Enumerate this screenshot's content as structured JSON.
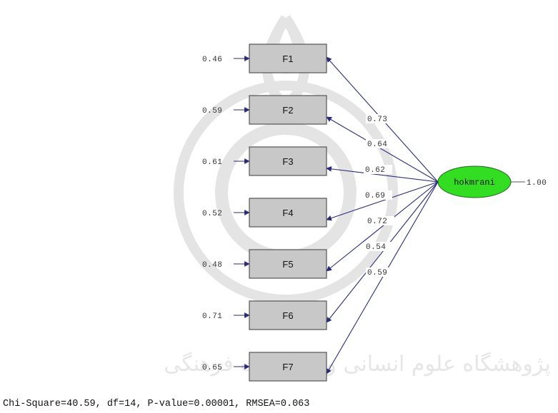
{
  "diagram": {
    "latent": {
      "name": "hokmrani",
      "variance": "1.00",
      "color": "#33dd22"
    },
    "indicators": [
      {
        "name": "F1",
        "error": "0.46",
        "loading": "0.73"
      },
      {
        "name": "F2",
        "error": "0.59",
        "loading": "0.64"
      },
      {
        "name": "F3",
        "error": "0.61",
        "loading": "0.62"
      },
      {
        "name": "F4",
        "error": "0.52",
        "loading": "0.69"
      },
      {
        "name": "F5",
        "error": "0.48",
        "loading": "0.72"
      },
      {
        "name": "F6",
        "error": "0.71",
        "loading": "0.54"
      },
      {
        "name": "F7",
        "error": "0.65",
        "loading": "0.59"
      }
    ],
    "fit_statistics": "Chi-Square=40.59, df=14, P-value=0.00001, RMSEA=0.063",
    "watermark": "پژوهشگاه علوم انسانی و مطالعات فرهنگی",
    "edge_color": "#2a2a7a",
    "box_color": "#c8c8c8"
  }
}
